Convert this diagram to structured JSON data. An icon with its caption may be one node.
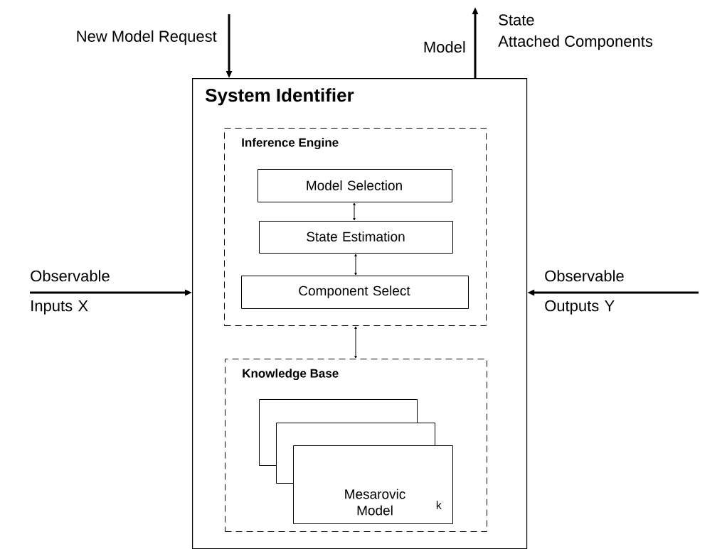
{
  "diagram": {
    "nodes": [
      {
        "text": [
          "System Identifier"
        ]
      },
      {
        "text": [
          "Inference Engine"
        ],
        "in": 0
      },
      {
        "text": [
          "Model Selection"
        ],
        "in": 1
      },
      {
        "text": [
          "State Estimation"
        ],
        "in": 1
      },
      {
        "text": [
          "Component Select"
        ],
        "in": 1
      },
      {
        "text": [
          "Knowledge Base"
        ],
        "in": 0
      },
      {
        "text": [],
        "shape": "box",
        "in": 5
      },
      {
        "text": [],
        "shape": "box",
        "in": 5
      },
      {
        "text": [
          "Mesarovic Model",
          "k"
        ],
        "in": 5
      }
    ],
    "edges": [
      {
        "from": null,
        "to": 0,
        "arrow": "to",
        "label": "New Model Request"
      },
      {
        "from": 0,
        "to": null,
        "arrow": "to",
        "label": "Model"
      },
      {
        "from": null,
        "to": 0,
        "arrow": "to",
        "label": "Observable Inputs X"
      },
      {
        "from": null,
        "to": 0,
        "arrow": "to",
        "label": "Observable Outputs Y"
      },
      {
        "from": 2,
        "to": 3,
        "arrow": "both"
      },
      {
        "from": 3,
        "to": 4,
        "arrow": "both"
      },
      {
        "from": 1,
        "to": 5,
        "arrow": "both"
      }
    ],
    "labels": [
      "State",
      "Attached Components"
    ]
  }
}
